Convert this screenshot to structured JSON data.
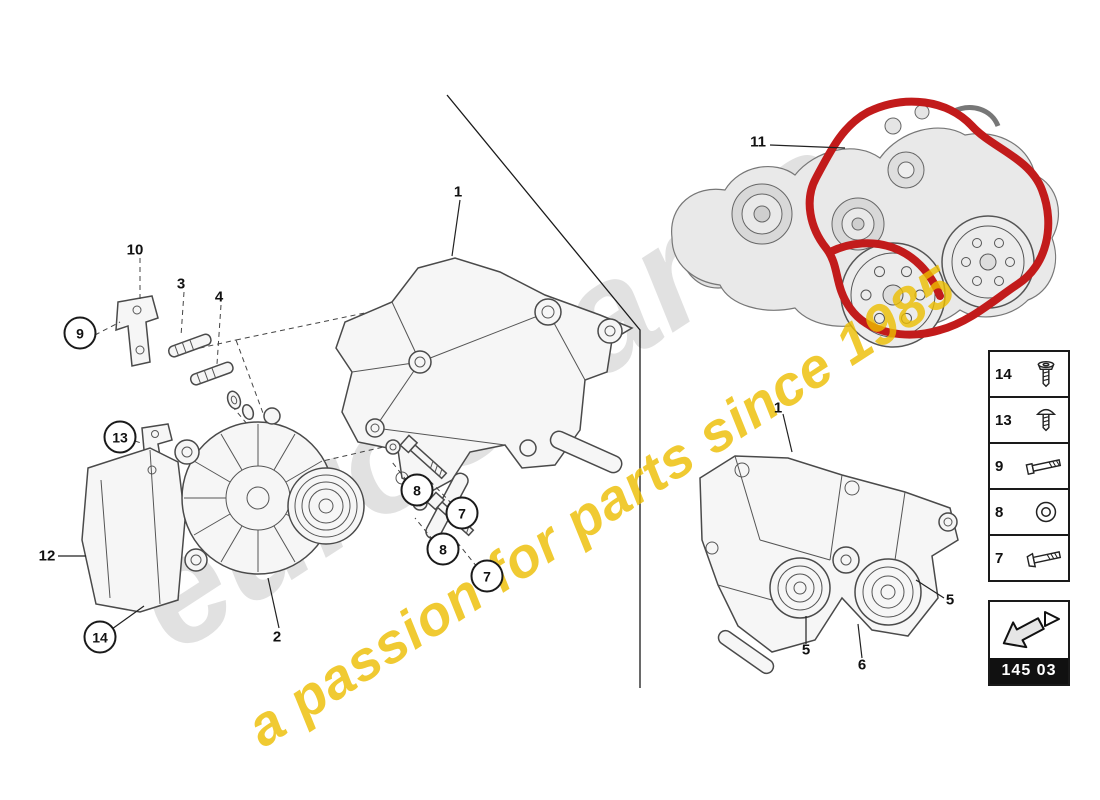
{
  "watermark": {
    "brand": "eurospares",
    "tagline": "a passion for parts since 1985"
  },
  "legend": {
    "part_code": "145 03",
    "icon": "direction-arrow-icon"
  },
  "callouts": [
    {
      "label": "1"
    },
    {
      "label": "10"
    },
    {
      "label": "3"
    },
    {
      "label": "4"
    },
    {
      "label": "9"
    },
    {
      "label": "13"
    },
    {
      "label": "12"
    },
    {
      "label": "14"
    },
    {
      "label": "2"
    },
    {
      "label": "8"
    },
    {
      "label": "7"
    },
    {
      "label": "8"
    },
    {
      "label": "7"
    },
    {
      "label": "11"
    },
    {
      "label": "1"
    },
    {
      "label": "5"
    },
    {
      "label": "5"
    },
    {
      "label": "6"
    }
  ],
  "sidebar": {
    "items": [
      {
        "number": "14",
        "icon": "torx-screw-icon"
      },
      {
        "number": "13",
        "icon": "button-head-screw-icon"
      },
      {
        "number": "9",
        "icon": "long-bolt-icon"
      },
      {
        "number": "8",
        "icon": "washer-icon"
      },
      {
        "number": "7",
        "icon": "hex-bolt-icon"
      }
    ]
  },
  "colors": {
    "belt_red": "#c21b1b",
    "watermark_gray": "#c9c9c9",
    "watermark_yellow": "#edbe00"
  }
}
